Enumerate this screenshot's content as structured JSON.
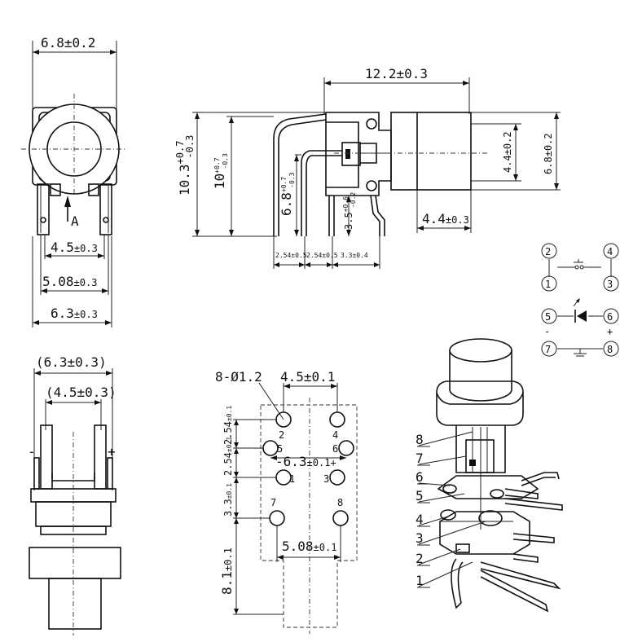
{
  "dims": {
    "front_top_width": "6.8±0.2",
    "front_pin_45": "4.5",
    "front_pin_45_tol": "±0.3",
    "front_pin_508": "5.08",
    "front_pin_508_tol": "±0.3",
    "front_base_63": "6.3",
    "front_base_63_tol": "±0.3",
    "view_marker": "A",
    "side_length": "12.2±0.3",
    "side_height_main": "10.3",
    "side_height_main_tol_up": "+0.7",
    "side_height_main_tol_dn": "-0.3",
    "side_height_10": "10",
    "side_height_10_tol_up": "+0.7",
    "side_height_10_tol_dn": "-0.3",
    "side_height_68": "6.8",
    "side_height_68_tol_up": "+0.7",
    "side_height_68_tol_dn": "-0.3",
    "side_height_35": "3.5",
    "side_height_35_tol_up": "+0.6",
    "side_height_35_tol_dn": "-0.2",
    "side_cap_44": "4.4±0.2",
    "side_cap_68": "6.8±0.2",
    "side_cap_len": "4.4",
    "side_cap_len_tol": "±0.3",
    "side_pitch_1": "2.54±0.5",
    "side_pitch_2": "2.54±0.5",
    "side_pitch_3": "3.3±0.4",
    "bottom_outer": "(6.3±0.3)",
    "bottom_inner": "(4.5±0.3)",
    "bottom_minus": "-",
    "bottom_plus": "+",
    "pcb_holes": "8-Ø1.2",
    "pcb_45": "4.5±0.1",
    "pcb_63": "-6.3",
    "pcb_63_tol": "±0.1",
    "pcb_508": "5.08",
    "pcb_508_tol": "±0.1",
    "pcb_254a": "2.54",
    "pcb_254a_tol": "±0.1",
    "pcb_254b": "2.54",
    "pcb_254b_tol": "±0.1",
    "pcb_33": "3.3",
    "pcb_33_tol": "±0.1",
    "pcb_81": "8.1",
    "pcb_81_tol": "±0.1",
    "pcb_plus": "+"
  },
  "pcb_pins": [
    "1",
    "2",
    "3",
    "4",
    "5",
    "6",
    "7",
    "8"
  ],
  "schematic": {
    "pins": [
      "2",
      "4",
      "1",
      "3",
      "5",
      "6",
      "7",
      "8"
    ],
    "minus": "-",
    "plus": "+"
  },
  "exploded_labels": [
    "8",
    "7",
    "6",
    "5",
    "4",
    "3",
    "2",
    "1"
  ]
}
